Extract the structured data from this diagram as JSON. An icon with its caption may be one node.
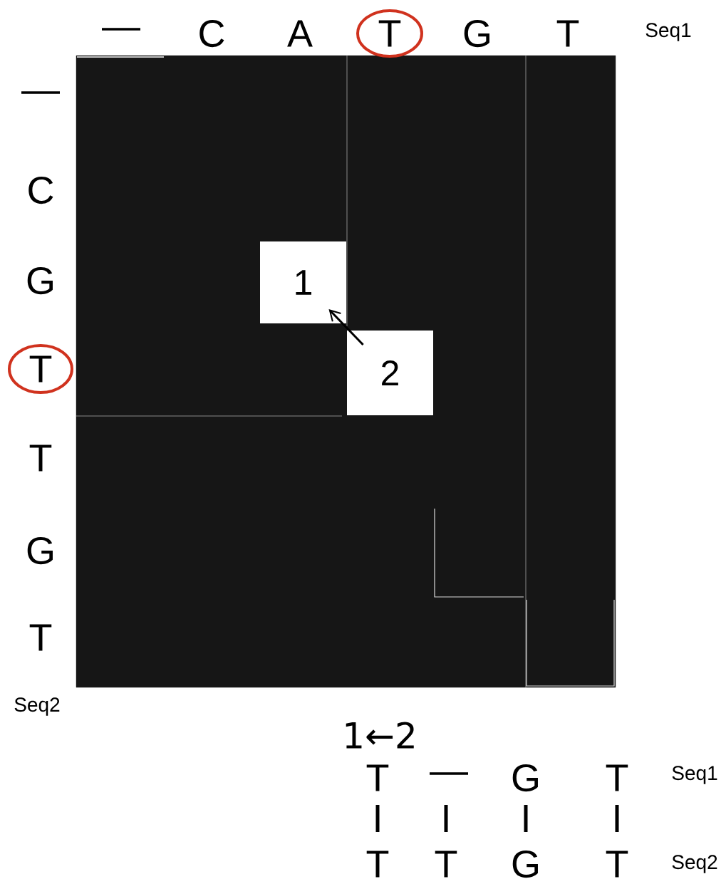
{
  "diagram": {
    "nodes": [
      {
        "text": [
          "1"
        ]
      },
      {
        "text": [
          "2"
        ]
      }
    ],
    "edges": [
      {
        "from": 1,
        "to": 0,
        "arrow": "to"
      }
    ],
    "labels": [
      "—",
      "C",
      "A",
      "T",
      "G",
      "T",
      "Seq1",
      "—",
      "C",
      "G",
      "T",
      "T",
      "G",
      "T",
      "Seq2",
      "1←2",
      "T",
      "—",
      "G",
      "T",
      "Seq1",
      "T",
      "T",
      "G",
      "T",
      "Seq2"
    ]
  }
}
